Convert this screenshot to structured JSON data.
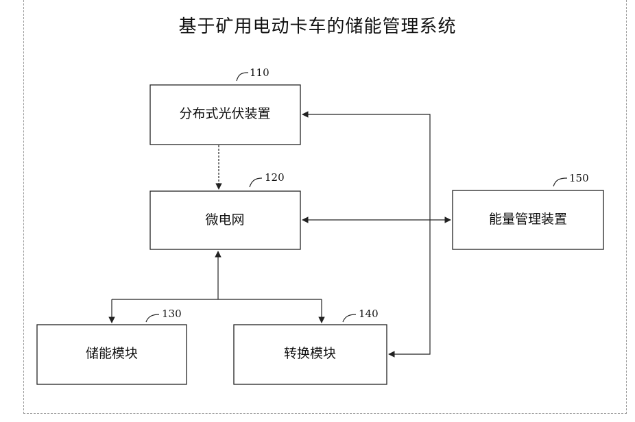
{
  "title": "基于矿用电动卡车的储能管理系统",
  "nodes": {
    "pv": {
      "label": "分布式光伏装置",
      "ref": "110"
    },
    "grid": {
      "label": "微电网",
      "ref": "120"
    },
    "storage": {
      "label": "储能模块",
      "ref": "130"
    },
    "convert": {
      "label": "转换模块",
      "ref": "140"
    },
    "energy": {
      "label": "能量管理装置",
      "ref": "150"
    }
  }
}
